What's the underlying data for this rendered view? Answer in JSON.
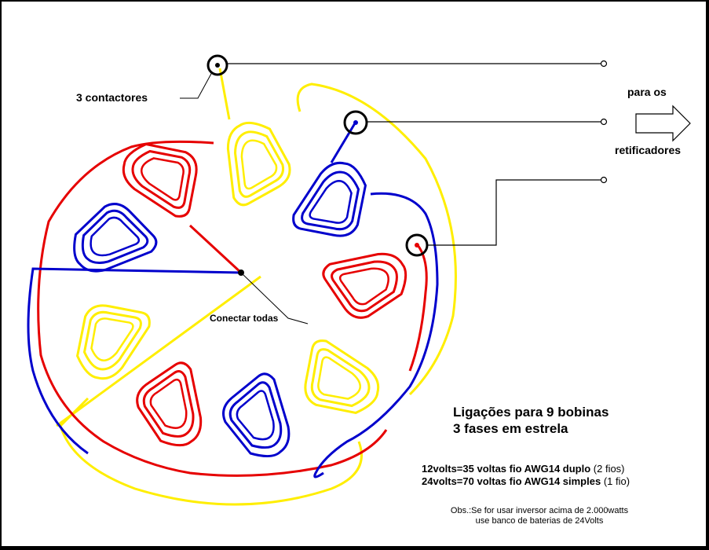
{
  "labels": {
    "contactors": "3 contactores",
    "arrow_top": "para os",
    "arrow_bottom": "retificadores",
    "connect_all": "Conectar todas"
  },
  "title": {
    "line1": "Ligações para 9 bobinas",
    "line2": "3 fases em estrela"
  },
  "specs": [
    {
      "bold": "12volts=35 voltas fio AWG14 duplo",
      "normal": " (2 fios)"
    },
    {
      "bold": "24volts=70 voltas fio AWG14 simples",
      "normal": " (1 fio)"
    }
  ],
  "note": {
    "line1": "Obs.:Se for usar inversor acima de 2.000watts",
    "line2": "use banco de baterias de 24Volts"
  },
  "colors": {
    "red": "#e60000",
    "blue": "#0000cc",
    "yellow": "#ffee00"
  }
}
